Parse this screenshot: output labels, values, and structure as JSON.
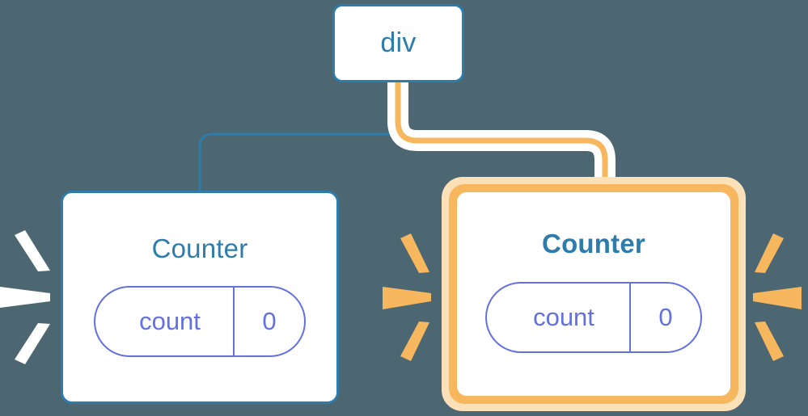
{
  "diagram": {
    "title": "React component tree re-render",
    "background_color": "#4c6772",
    "colors": {
      "node_blue": "#2e7cab",
      "state_indigo": "#6270e0",
      "highlight_orange": "#f7b75f",
      "highlight_glow": "#fbe0b8",
      "sparkle_white": "#ffffff",
      "sparkle_orange": "#f7b75f",
      "node_fill": "#ffffff"
    }
  },
  "nodes": {
    "root": {
      "label": "div",
      "type": "dom-element",
      "highlighted": false
    },
    "counter_left": {
      "label": "Counter",
      "type": "component",
      "highlighted": false,
      "bold_label": false,
      "state": {
        "key": "count",
        "value": "0"
      },
      "sparkle_color": "#ffffff"
    },
    "counter_right": {
      "label": "Counter",
      "type": "component",
      "highlighted": true,
      "bold_label": true,
      "state": {
        "key": "count",
        "value": "0"
      },
      "sparkle_color": "#f7b75f"
    }
  },
  "edges": [
    {
      "name": "root-to-counter-left",
      "from": "root",
      "to": "counter_left",
      "style": "thin",
      "color": "#2e7cab",
      "highlighted": false
    },
    {
      "name": "root-to-counter-right",
      "from": "root",
      "to": "counter_right",
      "style": "thick-with-halo",
      "color": "#f7b75f",
      "halo_color": "#ffffff",
      "highlighted": true
    }
  ],
  "sparkle_groups": [
    {
      "name": "left-of-counter-left",
      "color": "#ffffff",
      "direction": "right",
      "ray_count": 3
    },
    {
      "name": "right-of-counter-left",
      "color": "#f7b75f",
      "direction": "right",
      "ray_count": 3
    },
    {
      "name": "right-of-counter-right",
      "color": "#f7b75f",
      "direction": "left",
      "ray_count": 3
    }
  ]
}
